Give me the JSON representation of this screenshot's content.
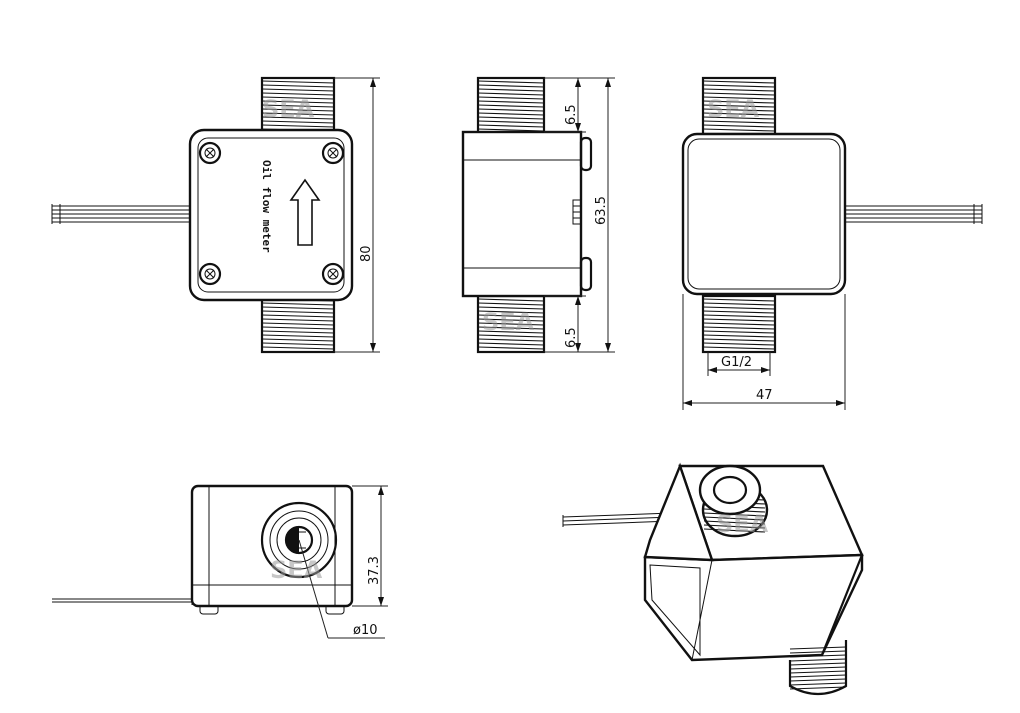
{
  "label_text": "Oil flow meter",
  "watermark": "SEA",
  "dimensions": {
    "total_length": "80",
    "body_height": "63.5",
    "thread_length_top": "6.5",
    "thread_length_bottom": "6.5",
    "width": "47",
    "thread_size": "G1/2",
    "depth": "37.3",
    "bore_diameter": "ø10"
  }
}
